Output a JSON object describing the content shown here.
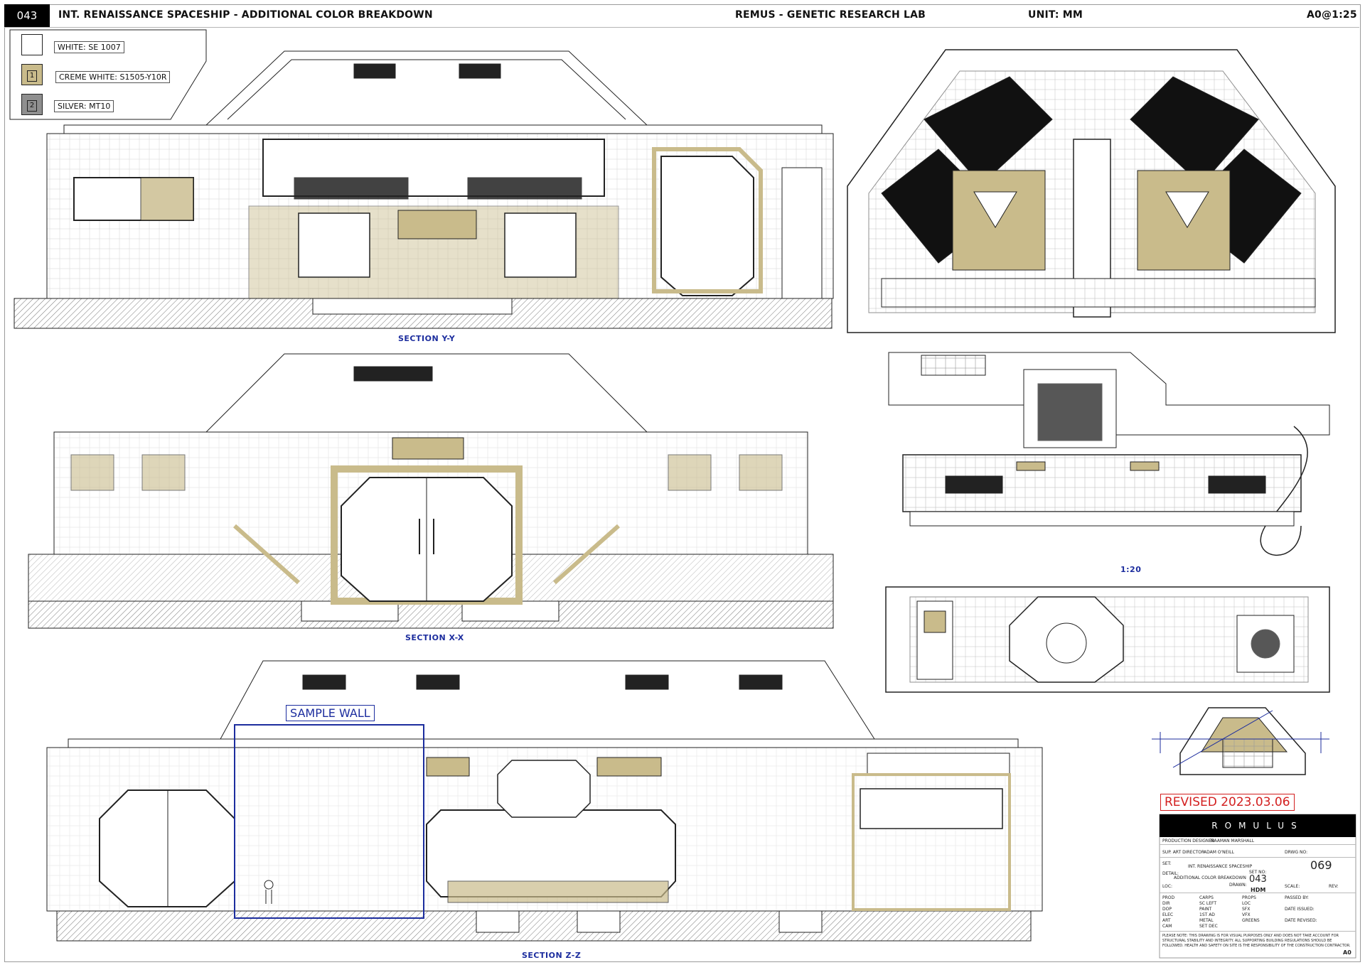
{
  "header": {
    "sheet_number": "043",
    "title": "INT. RENAISSANCE SPACESHIP - ADDITIONAL COLOR BREAKDOWN",
    "location": "REMUS -  GENETIC RESEARCH LAB",
    "unit": "UNIT: MM",
    "scale": "A0@1:25"
  },
  "legend": {
    "items": [
      {
        "swatch_number": "",
        "label": "WHITE: SE 1007",
        "color": "#ffffff"
      },
      {
        "swatch_number": "1",
        "label": "CREME WHITE: S1505-Y10R",
        "color": "#c9bb8b"
      },
      {
        "swatch_number": "2",
        "label": "SILVER: MT10",
        "color": "#8f8f8f"
      }
    ]
  },
  "sections": {
    "yy": "SECTION Y-Y",
    "xx": "SECTION X-X",
    "zz": "SECTION Z-Z",
    "detail_scale": "1:20"
  },
  "sample_wall": "SAMPLE WALL",
  "revised": "REVISED 2023.03.06",
  "title_block": {
    "brand": "ROMULUS",
    "production_designer_label": "PRODUCTION DESIGNER",
    "production_designer": "NAAMAN MARSHALL",
    "supervising_art_director_label": "SUP. ART DIRECTOR",
    "supervising_art_director": "ADAM O'NEILL",
    "drawing_no_label": "DRWG NO:",
    "drawing_no": "069",
    "set_label": "SET:",
    "set": "INT. RENAISSANCE SPACESHIP",
    "detail_label": "DETAIL:",
    "detail": "ADDITIONAL COLOR BREAKDOWN",
    "setno_label": "SET NO:",
    "setno": "043",
    "drawn_label": "DRAWN:",
    "drawn": "HDM",
    "loc_label": "LOC:",
    "scale_label": "SCALE:",
    "rev_label": "REV:",
    "dept_rows": [
      [
        "PROD",
        "CARPS",
        "PROPS",
        "PASSED BY:"
      ],
      [
        "DIR",
        "SC LEFT",
        "LOC",
        ""
      ],
      [
        "DOP",
        "PAINT",
        "SFX",
        "DATE ISSUED:"
      ],
      [
        "ELEC",
        "1ST AD",
        "VFX",
        ""
      ],
      [
        "ART",
        "METAL",
        "GREENS",
        "DATE REVISED:"
      ],
      [
        "CAM",
        "SET DEC",
        "",
        ""
      ]
    ],
    "note": "PLEASE NOTE: THIS DRAWING IS FOR VISUAL PURPOSES ONLY AND DOES NOT TAKE ACCOUNT FOR STRUCTURAL STABILITY AND INTEGRITY. ALL SUPPORTING BUILDING REGULATIONS SHOULD BE FOLLOWED. HEALTH AND SAFETY ON SITE IS THE RESPONSIBILITY OF THE CONSTRUCTION CONTRACTOR.",
    "sheet_size": "A0"
  }
}
